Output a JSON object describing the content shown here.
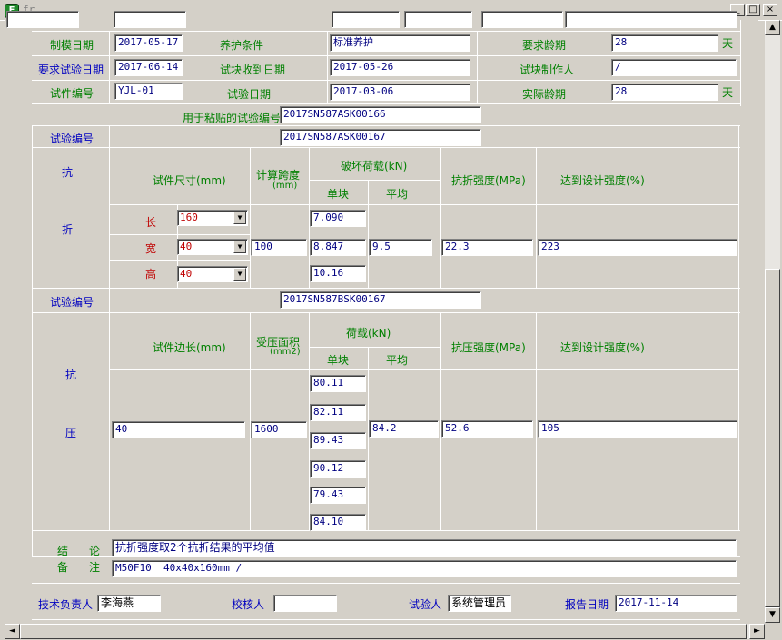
{
  "window": {
    "title": "fr",
    "min": "_",
    "max": "□",
    "close": "×"
  },
  "row1": {
    "mold_date_label": "制模日期",
    "mold_date": "2017-05-17",
    "cure_label": "养护条件",
    "cure": "标准养护",
    "req_age_label": "要求龄期",
    "req_age": "28",
    "day_unit": "天"
  },
  "row2": {
    "req_test_date_label": "要求试验日期",
    "req_test_date": "2017-06-14",
    "recv_date_label": "试块收到日期",
    "recv_date": "2017-05-26",
    "maker_label": "试块制作人",
    "maker": "/"
  },
  "row3": {
    "specimen_no_label": "试件编号",
    "specimen_no": "YJL-01",
    "test_date_label": "试验日期",
    "test_date": "2017-03-06",
    "actual_age_label": "实际龄期",
    "actual_age": "28",
    "day_unit": "天"
  },
  "paste_label": "用于粘贴的试验编号",
  "paste_value": "2017SN587ASK00166",
  "flexural": {
    "test_no_label": "试验编号",
    "test_no": "2017SN587ASK00167",
    "side_char1": "抗",
    "side_char2": "折",
    "col_size": "试件尺寸(mm)",
    "col_span": "计算跨度",
    "col_span_unit": "(mm)",
    "col_load": "破坏荷载(kN)",
    "col_single": "单块",
    "col_avg": "平均",
    "col_strength": "抗折强度(MPa)",
    "col_design": "达到设计强度(%)",
    "len_label": "长",
    "len": "160",
    "wid_label": "宽",
    "wid": "40",
    "hei_label": "高",
    "hei": "40",
    "span": "100",
    "loads": [
      "7.090",
      "8.847",
      "10.16"
    ],
    "avg": "9.5",
    "strength": "22.3",
    "design": "223"
  },
  "compressive": {
    "test_no_label": "试验编号",
    "test_no": "2017SN587BSK00167",
    "side_char1": "抗",
    "side_char2": "压",
    "col_side": "试件边长(mm)",
    "col_area": "受压面积",
    "col_area_unit": "(mm2)",
    "col_load": "荷载(kN)",
    "col_single": "单块",
    "col_avg": "平均",
    "col_strength": "抗压强度(MPa)",
    "col_design": "达到设计强度(%)",
    "side": "40",
    "area": "1600",
    "loads": [
      "80.11",
      "82.11",
      "89.43",
      "90.12",
      "79.43",
      "84.10"
    ],
    "avg": "84.2",
    "strength": "52.6",
    "design": "105"
  },
  "conclusion_label1": "结",
  "conclusion_label2": "论",
  "conclusion": "抗折强度取2个抗折结果的平均值",
  "remark_label1": "备",
  "remark_label2": "注",
  "remark": "M50F10  40x40x160mm /",
  "footer": {
    "tech_label": "技术负责人",
    "tech": "李海燕",
    "check_label": "校核人",
    "check": "",
    "tester_label": "试验人",
    "tester": "系统管理员",
    "report_date_label": "报告日期",
    "report_date": "2017-11-14"
  }
}
